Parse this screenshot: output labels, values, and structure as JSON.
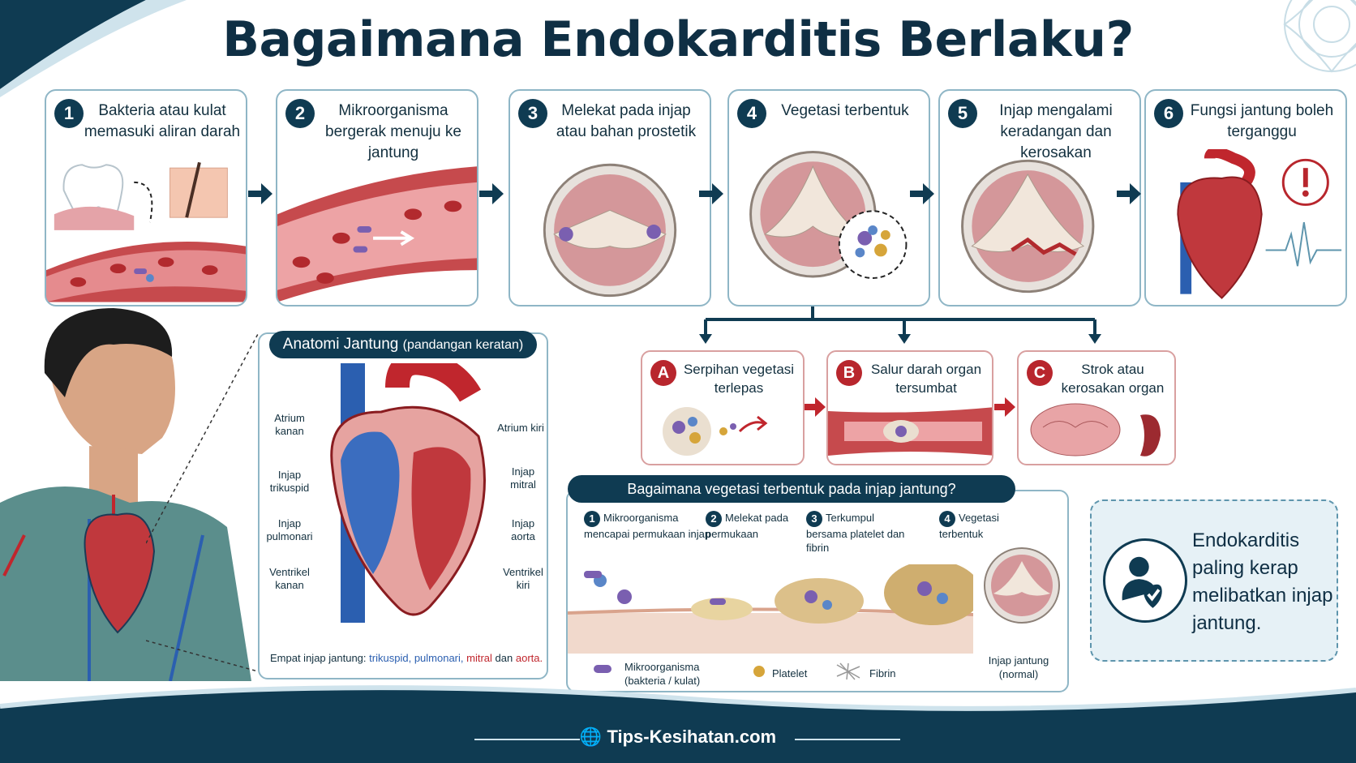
{
  "title": "Bagaimana Endokarditis Berlaku?",
  "steps": [
    {
      "num": "1",
      "text": "Bakteria atau kulat memasuki aliran darah"
    },
    {
      "num": "2",
      "text": "Mikroorganisma bergerak menuju ke jantung"
    },
    {
      "num": "3",
      "text": "Melekat pada injap atau bahan prostetik"
    },
    {
      "num": "4",
      "text": "Vegetasi terbentuk"
    },
    {
      "num": "5",
      "text": "Injap mengalami keradangan dan kerosakan"
    },
    {
      "num": "6",
      "text": "Fungsi jantung boleh terganggu"
    }
  ],
  "anatomy": {
    "title": "Anatomi Jantung",
    "subtitle": "(pandangan keratan)",
    "labels": {
      "atrium_kanan": "Atrium kanan",
      "injap_trikuspid": "Injap trikuspid",
      "injap_pulmonari": "Injap pulmonari",
      "ventrikel_kanan": "Ventrikel kanan",
      "atrium_kiri": "Atrium kiri",
      "injap_mitral": "Injap mitral",
      "injap_aorta": "Injap aorta",
      "ventrikel_kiri": "Ventrikel kiri"
    },
    "footnote_prefix": "Empat injap jantung:",
    "valves": [
      {
        "name": "trikuspid,",
        "color": "#2b5fb0"
      },
      {
        "name": "pulmonari,",
        "color": "#2b5fb0"
      },
      {
        "name": "mitral",
        "color": "#c0262d"
      },
      {
        "name": "dan",
        "color": "#13303f"
      },
      {
        "name": "aorta.",
        "color": "#c0262d"
      }
    ]
  },
  "consequences": [
    {
      "letter": "A",
      "text": "Serpihan vegetasi terlepas"
    },
    {
      "letter": "B",
      "text": "Salur darah organ tersumbat"
    },
    {
      "letter": "C",
      "text": "Strok atau kerosakan organ"
    }
  ],
  "vegetation": {
    "title": "Bagaimana vegetasi terbentuk pada injap jantung?",
    "steps": [
      {
        "num": "1",
        "text": "Mikroorganisma mencapai permukaan injap"
      },
      {
        "num": "2",
        "text": "Melekat pada permukaan"
      },
      {
        "num": "3",
        "text": "Terkumpul bersama platelet dan fibrin"
      },
      {
        "num": "4",
        "text": "Vegetasi terbentuk"
      }
    ],
    "legend": {
      "micro": "Mikroorganisma (bakteria / kulat)",
      "platelet": "Platelet",
      "fibrin": "Fibrin",
      "normal": "Injap jantung (normal)"
    }
  },
  "info": {
    "text": "Endokarditis paling kerap melibatkan injap jantung."
  },
  "footer": {
    "site": "Tips-Kesihatan.com"
  },
  "colors": {
    "navy": "#0f3b52",
    "red": "#b8262d",
    "border": "#8fb6c6"
  }
}
